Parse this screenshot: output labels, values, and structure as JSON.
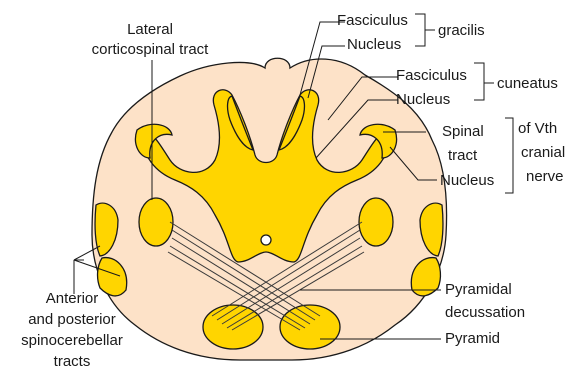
{
  "labels": {
    "lateral_tract": [
      "Lateral",
      "corticospinal tract"
    ],
    "fasciculus_gracilis": "Fasciculus",
    "nucleus_gracilis": "Nucleus",
    "gracilis": "gracilis",
    "fasciculus_cuneatus": "Fasciculus",
    "nucleus_cuneatus": "Nucleus",
    "cuneatus": "cuneatus",
    "spinal_tract": [
      "Spinal",
      "tract"
    ],
    "nucleus_vth": "Nucleus",
    "of_vth_cranial_nerve": [
      "of Vth",
      "cranial",
      "nerve"
    ],
    "spinocerebellar": [
      "Anterior",
      "and posterior",
      "spinocerebellar",
      "tracts"
    ],
    "pyramidal_decussation": [
      "Pyramidal",
      "decussation"
    ],
    "pyramid": "Pyramid"
  },
  "colors": {
    "white_matter": "#fde2c8",
    "gray_matter": "#ffd500",
    "outline": "#1a1a1a",
    "text": "#1a1a1a"
  }
}
